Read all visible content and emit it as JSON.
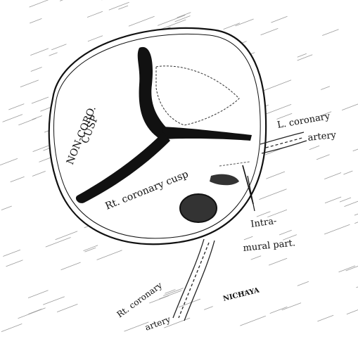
{
  "labels": {
    "non_coronary_line1": "NON-CORO.",
    "non_coronary_line2": "CUSP",
    "right_coronary_cusp": "Rt. coronary cusp",
    "left_coronary_line1": "L. coronary",
    "left_coronary_line2": "artery",
    "intramural_line1": "Intra-",
    "intramural_line2": "mural part.",
    "right_coronary_artery_line1": "Rt. coronary",
    "right_coronary_artery_line2": "artery",
    "signature": "NICHAYA"
  },
  "colors": {
    "ink": "#111111",
    "paper": "#ffffff",
    "hatch": "#7a7a7a"
  }
}
